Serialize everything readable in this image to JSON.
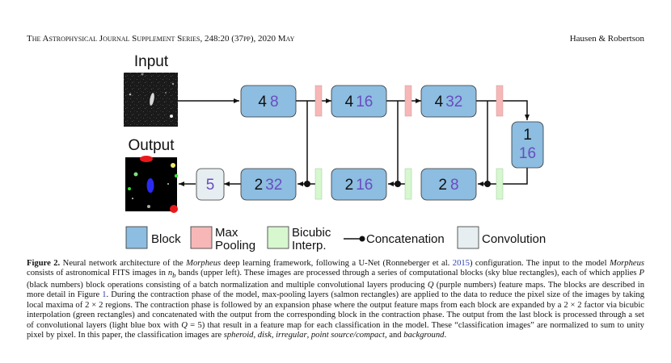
{
  "header": {
    "journal": "The Astrophysical Journal Supplement Series, 248:20 (37pp), 2020 May",
    "authors": "Hausen & Robertson"
  },
  "figure": {
    "input_label": "Input",
    "output_label": "Output",
    "colors": {
      "block": "#8dbde0",
      "max_pooling": "#f7b7b7",
      "bicubic": "#d7f7cf",
      "convolution": "#e6eef1",
      "p_number": "#111111",
      "q_number": "#6a4cc0"
    },
    "contraction_blocks": [
      {
        "p": "4",
        "q": "8"
      },
      {
        "p": "4",
        "q": "16"
      },
      {
        "p": "4",
        "q": "32"
      }
    ],
    "bottleneck_block": {
      "p": "1",
      "q": "16"
    },
    "expansion_blocks": [
      {
        "p": "2",
        "q": "32"
      },
      {
        "p": "2",
        "q": "16"
      },
      {
        "p": "2",
        "q": "8"
      }
    ],
    "convolution_block": {
      "q": "5"
    },
    "legend": {
      "block": "Block",
      "max_pooling_1": "Max",
      "max_pooling_2": "Pooling",
      "bicubic_1": "Bicubic",
      "bicubic_2": "Interp.",
      "concatenation": "Concatenation",
      "convolution": "Convolution"
    }
  },
  "caption": {
    "label": "Figure 2.",
    "s1": " Neural network architecture of the ",
    "morpheus1": "Morpheus",
    "s2": " deep learning framework, following a U-Net (Ronneberger et al. ",
    "ref_year": "2015",
    "s3": ") configuration. The input to the model ",
    "morpheus2": "Morpheus",
    "s4": " consists of astronomical FITS images in ",
    "nb": "n",
    "nb_sub": "b",
    "s5": " bands (upper left). These images are processed through a series of computational blocks (sky blue rectangles), each of which applies ",
    "P": "P",
    "s6": " (black numbers) block operations consisting of a batch normalization and multiple convolutional layers producing ",
    "Q": "Q",
    "s7": " (purple numbers) feature maps. The blocks are described in more detail in Figure ",
    "fig_ref": "1",
    "s8": ". During the contraction phase of the model, max-pooling layers (salmon rectangles) are applied to the data to reduce the pixel size of the images by taking local maxima of 2 × 2 regions. The contraction phase is followed by an expansion phase where the output feature maps from each block are expanded by a 2 × 2 factor via bicubic interpolation (green rectangles) and concatenated with the output from the corresponding block in the contraction phase. The output from the last block is processed through a set of convolutional layers (light blue box with ",
    "Q2": "Q",
    "s9": " = 5) that result in a feature map for each classification in the model. These “classification images” are normalized to sum to unity pixel by pixel. In this paper, the classification images are ",
    "c1": "spheroid",
    "s10": ", ",
    "c2": "disk",
    "s11": ", ",
    "c3": "irregular",
    "s12": ", ",
    "c4": "point source/compact",
    "s13": ", and ",
    "c5": "background",
    "s14": "."
  }
}
